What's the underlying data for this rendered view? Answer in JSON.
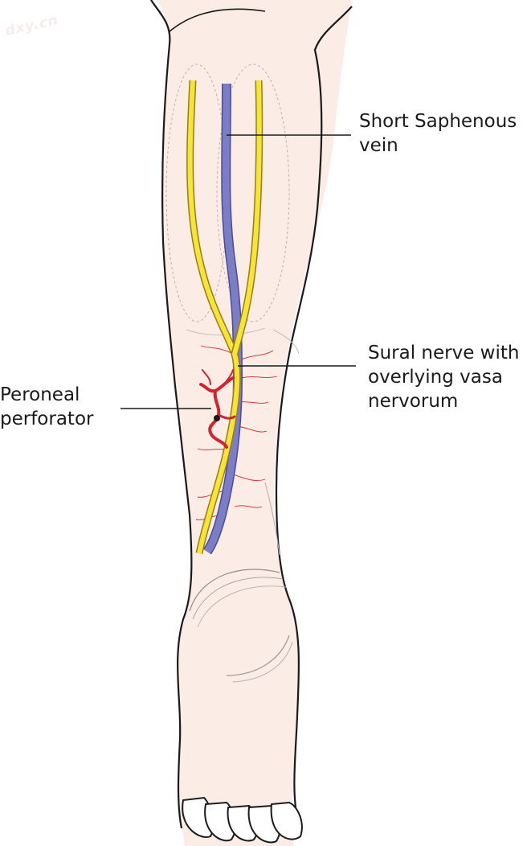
{
  "watermark": "dxy.cn",
  "labels": {
    "short_saphenous": [
      "Short Saphenous",
      "vein"
    ],
    "sural_nerve": [
      "Sural nerve with",
      "overlying vasa",
      "nervorum"
    ],
    "peroneal": [
      "Peroneal",
      "perforator"
    ]
  },
  "colors": {
    "skin": "#fbece6",
    "outline": "#1a1a1a",
    "nerve": "#f7e43a",
    "nerve_edge": "#b89a15",
    "vein": "#7c7dc7",
    "artery": "#d3232e"
  }
}
